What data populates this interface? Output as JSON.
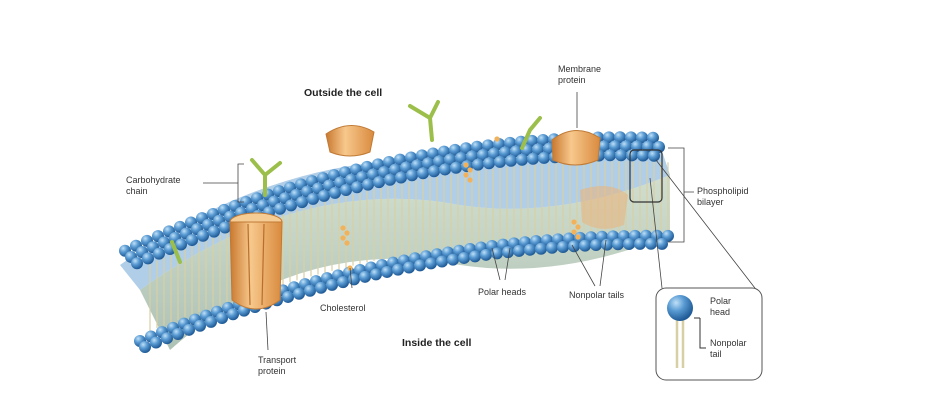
{
  "labels": {
    "outside": "Outside the cell",
    "inside": "Inside the cell",
    "membrane_protein": "Membrane\nprotein",
    "carbohydrate_chain": "Carbohydrate\nchain",
    "phospholipid_bilayer": "Phospholipid\nbilayer",
    "cholesterol": "Cholesterol",
    "polar_heads": "Polar heads",
    "nonpolar_tails": "Nonpolar tails",
    "transport_protein": "Transport\nprotein",
    "inset_polar_head": "Polar\nhead",
    "inset_nonpolar_tail": "Nonpolar\ntail"
  },
  "colors": {
    "head": "#3f82c2",
    "head_light": "#8fc3ea",
    "tail": "#d8d0a4",
    "protein": "#e8a25a",
    "protein_light": "#f6cc95",
    "carbohydrate": "#9bbf4a",
    "cholesterol": "#f2b25c",
    "bilayer_fill": "#b9cbb8"
  }
}
